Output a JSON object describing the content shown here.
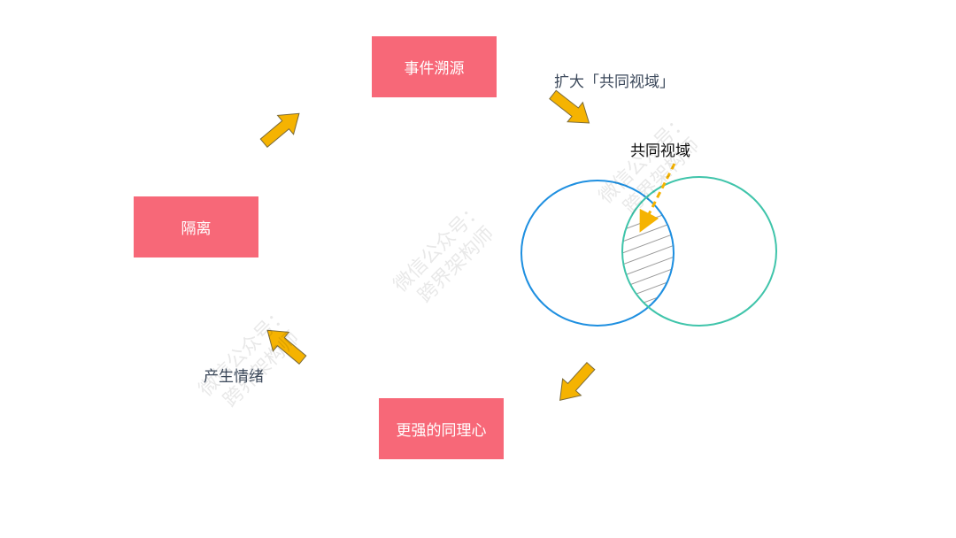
{
  "nodes": {
    "event_tracing": "事件溯源",
    "isolation": "隔离",
    "empathy": "更强的同理心"
  },
  "labels": {
    "expand": "扩大「共同视域」",
    "common_horizon": "共同视域",
    "emotion": "产生情绪"
  },
  "watermark": {
    "line1": "微信公众号：",
    "line2": "跨界架构师"
  },
  "colors": {
    "box": "#f76878",
    "arrow": "#f5b301",
    "circle_left": "#1e8fe0",
    "circle_right": "#3fc4aa",
    "hatch": "#9a9a9a"
  }
}
